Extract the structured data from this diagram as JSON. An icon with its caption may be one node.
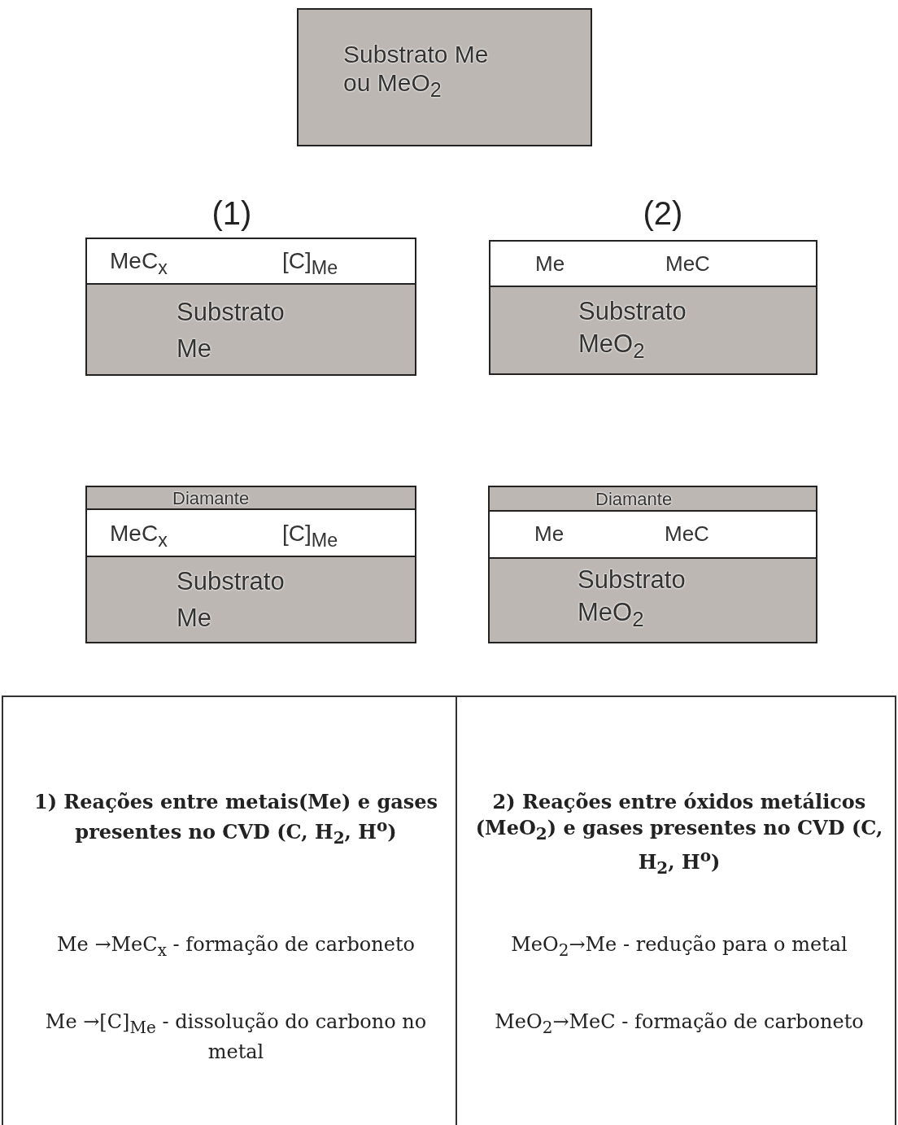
{
  "diagram": {
    "nodes": [
      {
        "text": [
          "Substrato Me ou MeO$_{2}$"
        ]
      },
      {
        "text": [
          "MeC$_{x}$",
          "[C]$_{Me}$"
        ]
      },
      {
        "text": [
          "Substrato Me"
        ]
      },
      {
        "text": [
          "Me",
          "MeC"
        ]
      },
      {
        "text": [
          "Substrato MeO$_{2}$"
        ]
      },
      {
        "text": [
          "Diamante"
        ]
      },
      {
        "text": [
          "MeC$_{x}$",
          "[C]$_{Me}$"
        ]
      },
      {
        "text": [
          "Substrato Me"
        ]
      },
      {
        "text": [
          "Diamante"
        ]
      },
      {
        "text": [
          "Me",
          "MeC"
        ]
      },
      {
        "text": [
          "Substrato MeO$_{2}$"
        ]
      }
    ],
    "edges": [],
    "labels": [
      "(1)",
      "(2)",
      "1) Reações entre metais(Me) e gases presentes no CVD (C, H$_{2}$, H$^{o}$)",
      "2) Reações entre óxidos metálicos (MeO$_{2}$) e gases presentes no CVD (C, H$_{2}$, H$^{o}$)",
      "Me →MeC$_{x}$ - formação de carboneto",
      "MeO$_{2}$→Me - redução para o metal",
      "Me →[C]$_{Me}$ - dissolução do carbono no metal",
      "MeO$_{2}$→MeC - formação de carboneto"
    ]
  }
}
